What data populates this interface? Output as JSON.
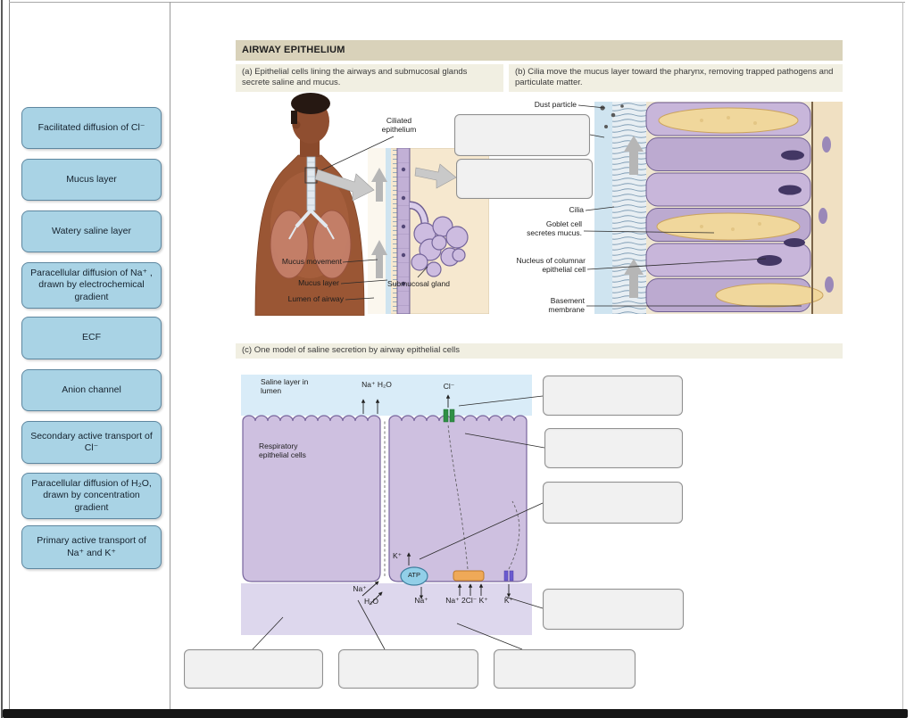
{
  "sidebar": {
    "drag_labels": [
      "Facilitated diffusion of Cl⁻",
      "Mucus layer",
      "Watery saline layer",
      "Paracellular diffusion of Na⁺ , drawn by electrochemical gradient",
      "ECF",
      "Anion channel",
      "Secondary active transport of Cl⁻",
      "Paracellular diffusion of H₂O, drawn by concentration gradient",
      "Primary active transport of Na⁺ and K⁺"
    ]
  },
  "figure": {
    "header": "AIRWAY EPITHELIUM",
    "panel_a": {
      "caption": "(a) Epithelial cells lining the airways and submucosal glands secrete saline and mucus.",
      "labels": {
        "ciliated_epithelium": "Ciliated epithelium",
        "mucus_movement": "Mucus movement",
        "mucus_layer": "Mucus layer",
        "lumen_of_airway": "Lumen of airway",
        "submucosal_gland": "Submucosal gland"
      }
    },
    "panel_b": {
      "caption": "(b) Cilia move the mucus layer toward the pharynx, removing trapped pathogens and particulate matter.",
      "labels": {
        "dust_particle": "Dust particle",
        "cilia": "Cilia",
        "goblet_cell": "Goblet cell secretes mucus.",
        "nucleus": "Nucleus of columnar epithelial cell",
        "basement_membrane": "Basement membrane"
      }
    },
    "panel_c": {
      "caption": "(c) One model of saline secretion by airway epithelial cells",
      "labels": {
        "saline_layer": "Saline layer in lumen",
        "na_h2o_apical": "Na⁺  H₂O",
        "cl_apical": "Cl⁻",
        "respiratory_cells": "Respiratory epithelial cells",
        "k_intracellular": "K⁺",
        "atp": "ATP",
        "na_basolateral": "Na⁺",
        "h2o_basolateral": "H₂O",
        "na_pump": "Na⁺",
        "nkcc_ions": "Na⁺ 2Cl⁻ K⁺",
        "k_channel": "K⁺"
      }
    }
  },
  "colors": {
    "chip_bg": "#a9d3e5",
    "chip_border": "#5e87a0",
    "dropzone_bg": "#f1f1f1",
    "dropzone_border": "#8f8f8f",
    "header_bg": "#d9d2ba",
    "caption_bg": "#f1efe2",
    "lumen_blue": "#d9ecf8",
    "cell_purple": "#cec0e0",
    "ecf_lavender": "#ddd7ed",
    "goblet_yellow": "#f0d79c"
  }
}
